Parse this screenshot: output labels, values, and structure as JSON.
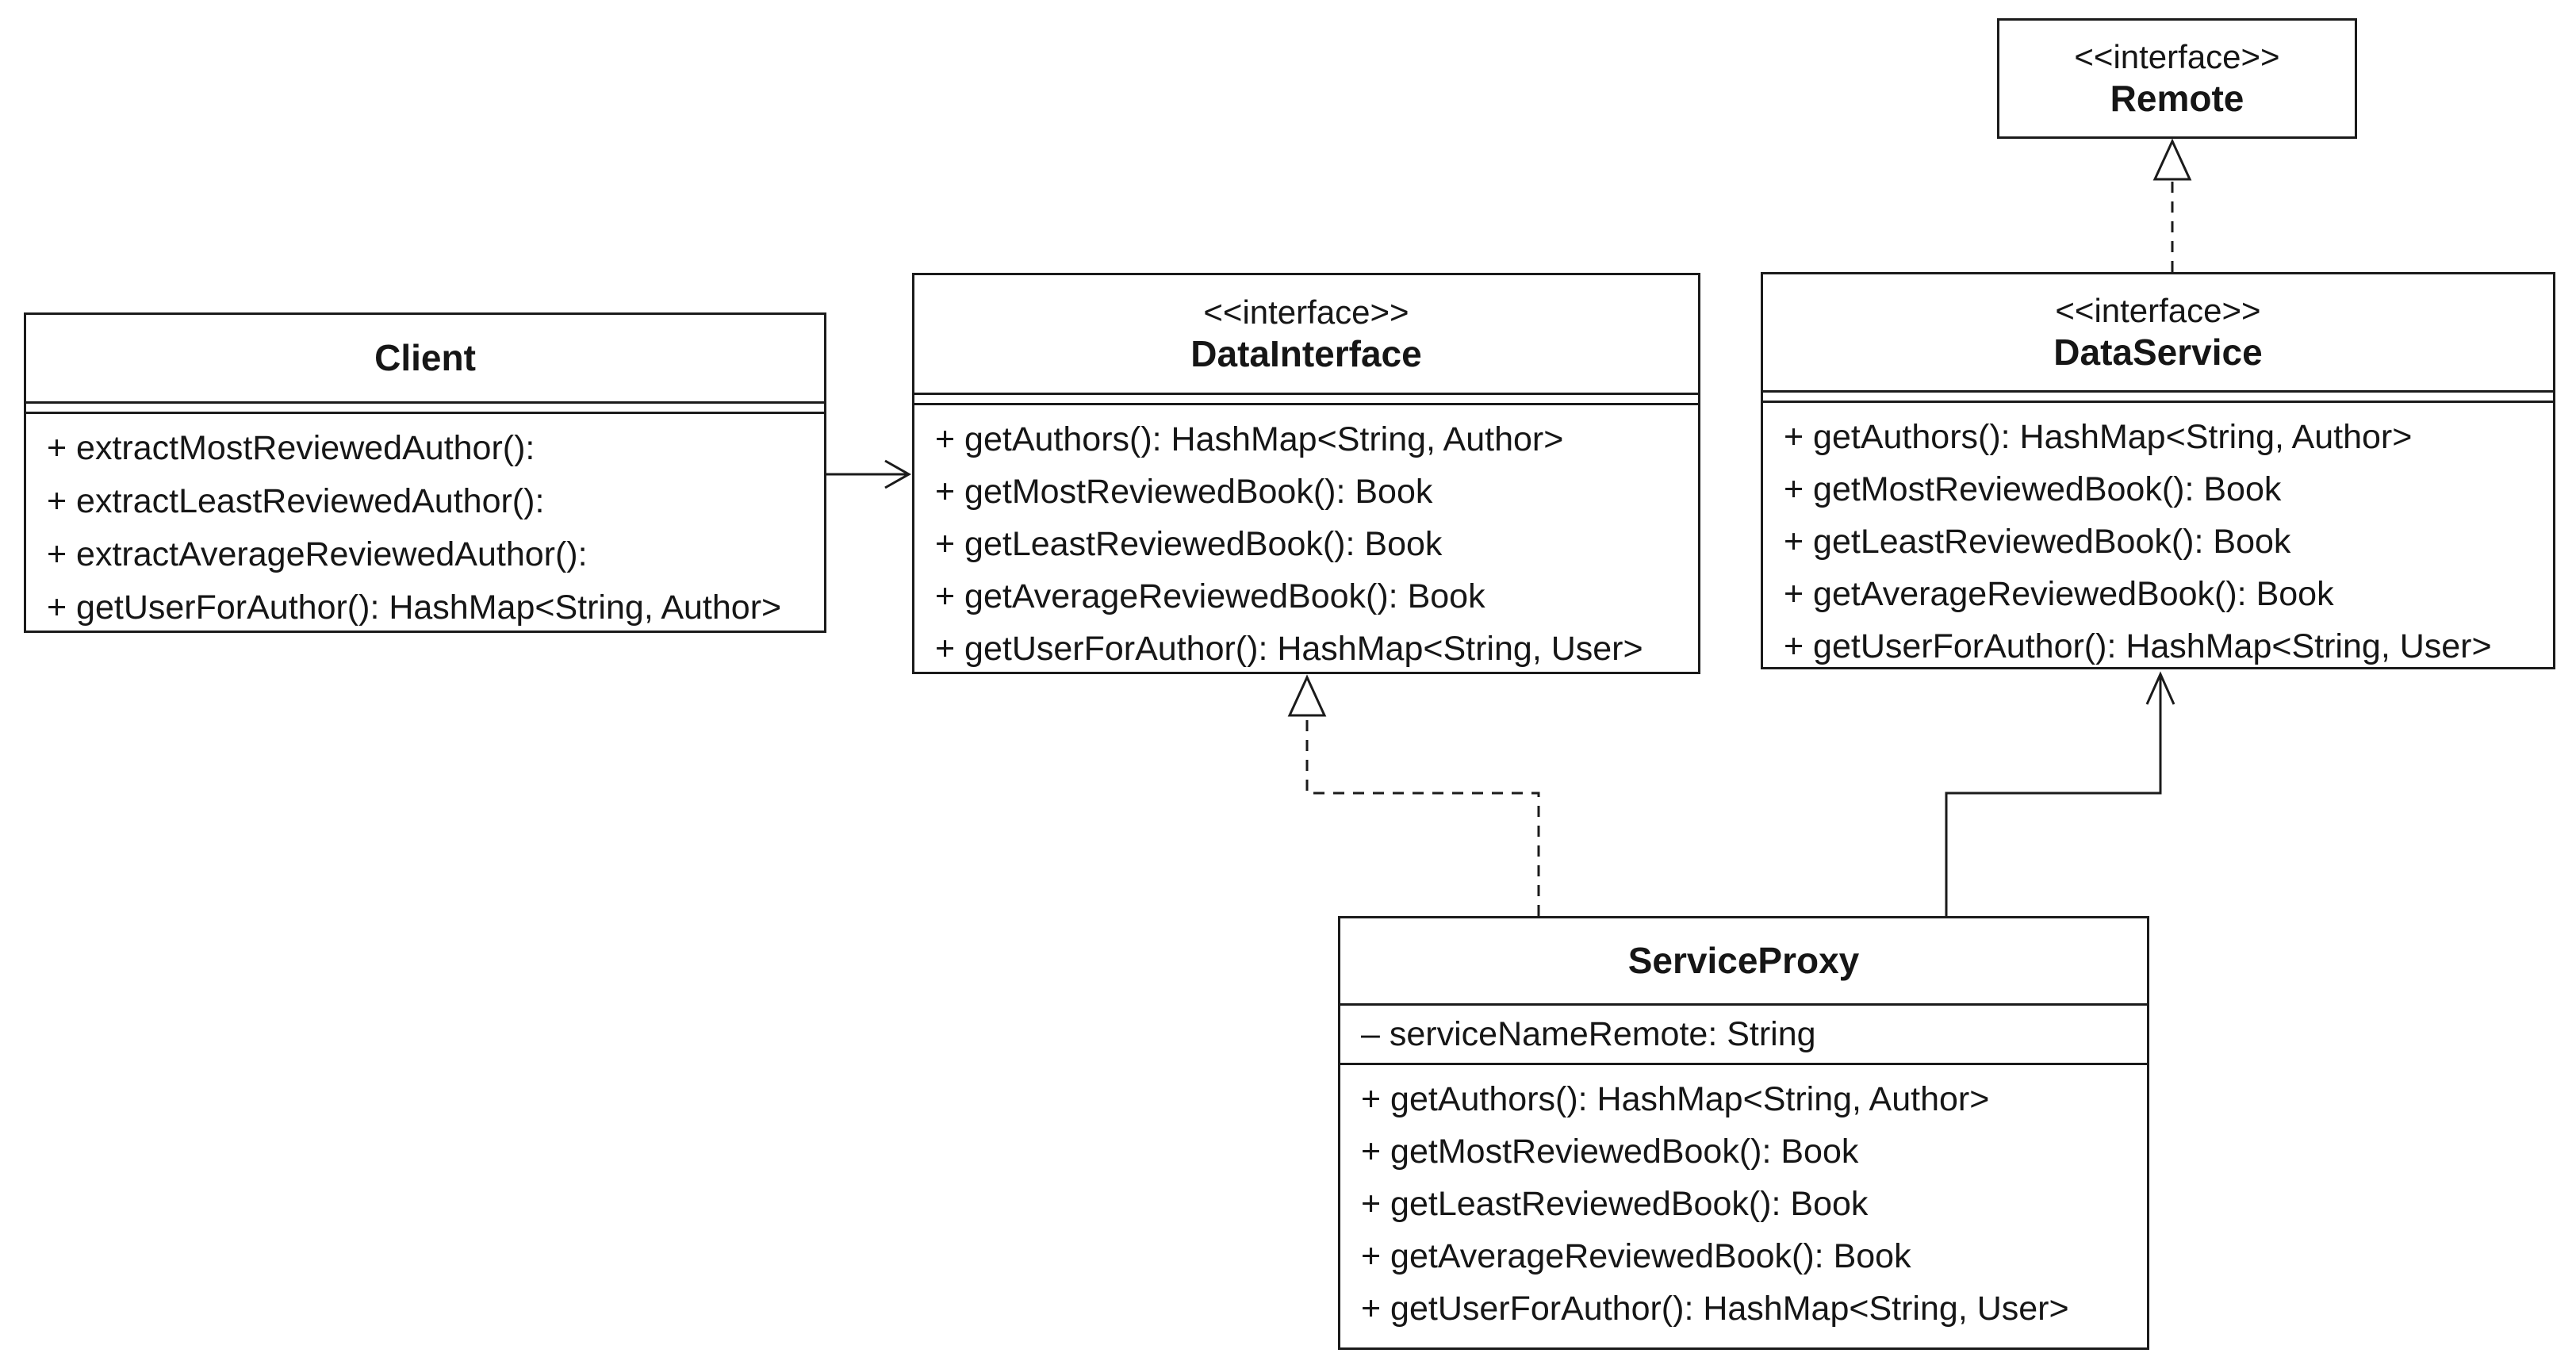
{
  "diagram": {
    "type": "uml-class-diagram",
    "background_color": "#ffffff",
    "stroke_color": "#1b1b1b",
    "text_color": "#161616",
    "classes": [
      {
        "name": "Client",
        "stereotype": "",
        "attributes": [],
        "methods": [
          "+ extractMostReviewedAuthor():",
          "+ extractLeastReviewedAuthor():",
          "+ extractAverageReviewedAuthor():",
          "+ getUserForAuthor(): HashMap<String, Author>"
        ]
      },
      {
        "name": "DataInterface",
        "stereotype": "<<interface>>",
        "attributes": [],
        "methods": [
          "+ getAuthors(): HashMap<String, Author>",
          "+ getMostReviewedBook(): Book",
          "+ getLeastReviewedBook(): Book",
          "+ getAverageReviewedBook(): Book",
          "+ getUserForAuthor(): HashMap<String, User>"
        ]
      },
      {
        "name": "DataService",
        "stereotype": "<<interface>>",
        "attributes": [],
        "methods": [
          "+ getAuthors(): HashMap<String, Author>",
          "+ getMostReviewedBook(): Book",
          "+ getLeastReviewedBook(): Book",
          "+ getAverageReviewedBook(): Book",
          "+ getUserForAuthor(): HashMap<String, User>"
        ]
      },
      {
        "name": "Remote",
        "stereotype": "<<interface>>",
        "attributes": [],
        "methods": []
      },
      {
        "name": "ServiceProxy",
        "stereotype": "",
        "attributes": [
          "– serviceNameRemote: String"
        ],
        "methods": [
          "+ getAuthors(): HashMap<String, Author>",
          "+ getMostReviewedBook(): Book",
          "+ getLeastReviewedBook(): Book",
          "+ getAverageReviewedBook(): Book",
          "+ getUserForAuthor(): HashMap<String, User>"
        ]
      }
    ],
    "relationships": [
      {
        "from": "Client",
        "to": "DataInterface",
        "type": "directed-association",
        "line": "solid",
        "arrowhead": "open"
      },
      {
        "from": "ServiceProxy",
        "to": "DataInterface",
        "type": "realization",
        "line": "dashed",
        "arrowhead": "hollow-triangle"
      },
      {
        "from": "ServiceProxy",
        "to": "DataService",
        "type": "directed-association",
        "line": "solid",
        "arrowhead": "open"
      },
      {
        "from": "DataService",
        "to": "Remote",
        "type": "realization",
        "line": "dashed",
        "arrowhead": "hollow-triangle"
      }
    ]
  }
}
